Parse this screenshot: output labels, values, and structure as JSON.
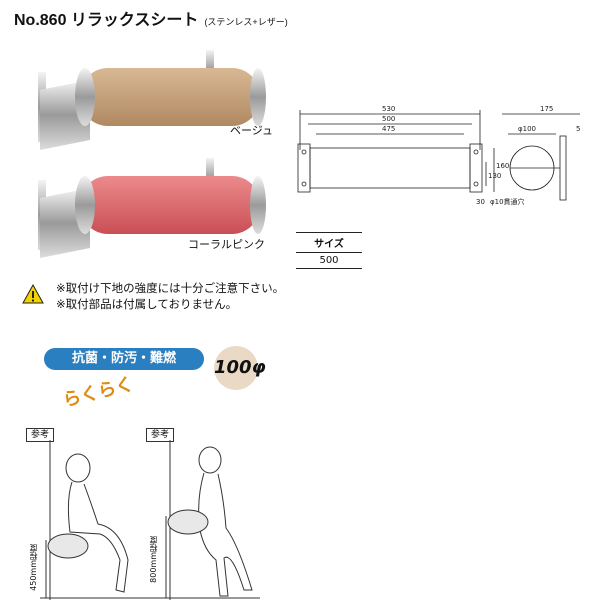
{
  "product": {
    "title": "No.860 リラックスシート",
    "material_note": "(ステンレス+レザー)"
  },
  "variants": [
    {
      "label": "ベージュ",
      "color": "#c9a57f"
    },
    {
      "label": "コーラルピンク",
      "color": "#e06b6f"
    }
  ],
  "drawing": {
    "dims": [
      "530",
      "500",
      "475",
      "130",
      "160",
      "30",
      "φ10貫通穴",
      "175",
      "φ100",
      "5"
    ]
  },
  "size_table": {
    "header": "サイズ",
    "value": "500"
  },
  "notes": [
    "※取付け下地の強度には十分ご注意下さい。",
    "※取付部品は付属しておりません。"
  ],
  "features": {
    "banner": "抗菌・防汚・難燃",
    "diameter_badge": "100φ",
    "tagline": "らくらく"
  },
  "reference": [
    {
      "label": "参考",
      "height": "450mm程度"
    },
    {
      "label": "参考",
      "height": "800mm程度"
    }
  ]
}
